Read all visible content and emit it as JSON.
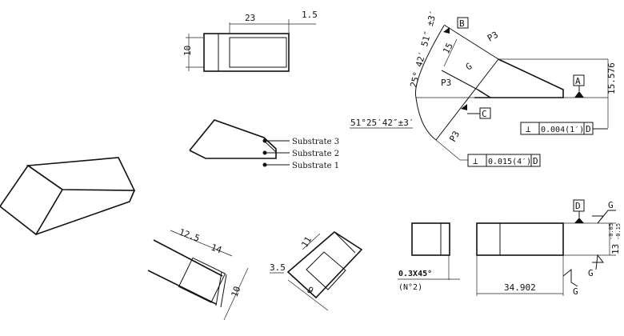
{
  "top_view": {
    "dim_length": "23",
    "dim_offset": "1.5",
    "dim_height": "10"
  },
  "blade_section": {
    "labels": [
      "Substrate 3",
      "Substrate 2",
      "Substrate 1"
    ]
  },
  "side_view": {
    "datum_b": "B",
    "datum_a": "A",
    "datum_c": "C",
    "dim_15": "15",
    "dim_height": "15.576",
    "angle_upper": "25° 42′ 51″ ±3′",
    "angle_lower": "51°25′42″±3′",
    "surface_marks": [
      "P3",
      "G",
      "P3",
      "P3"
    ],
    "tol_1": {
      "symbol": "⊥",
      "value": "0.004(1′)",
      "datum": "D"
    },
    "tol_2": {
      "symbol": "⊥",
      "value": "0.015(4′)",
      "datum": "D"
    }
  },
  "detail_views": {
    "dim_12_5": "12.5",
    "dim_14": "14",
    "dim_10": "10",
    "dim_11": "11",
    "dim_3_5": "3.5",
    "dim_9": "9"
  },
  "end_views": {
    "chamfer": "0.3X45°",
    "chamfer_count": "(N°2)",
    "dim_length": "34.902",
    "dim_height": "13",
    "tol_upper": "-0.05",
    "tol_lower": "-0.15",
    "datum_d": "D",
    "surface_marks": [
      "G",
      "G",
      "G"
    ]
  }
}
